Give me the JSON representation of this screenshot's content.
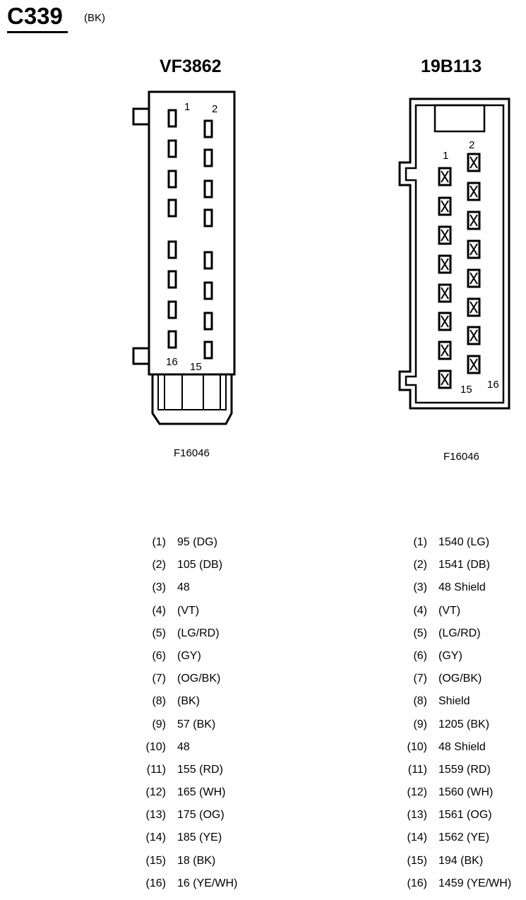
{
  "connector": {
    "id": "C339",
    "color": "(BK)"
  },
  "left": {
    "part": "VF3862",
    "figure": "F16046",
    "cavity_labels": [
      "2",
      "1",
      "16",
      "15"
    ],
    "pins": [
      {
        "num": "(1)",
        "val": "95 (DG)"
      },
      {
        "num": "(2)",
        "val": "105 (DB)"
      },
      {
        "num": "(3)",
        "val": "48"
      },
      {
        "num": "(4)",
        "val": "(VT)"
      },
      {
        "num": "(5)",
        "val": "(LG/RD)"
      },
      {
        "num": "(6)",
        "val": "(GY)"
      },
      {
        "num": "(7)",
        "val": "(OG/BK)"
      },
      {
        "num": "(8)",
        "val": "(BK)"
      },
      {
        "num": "(9)",
        "val": "57 (BK)"
      },
      {
        "num": "(10)",
        "val": "48"
      },
      {
        "num": "(11)",
        "val": "155 (RD)"
      },
      {
        "num": "(12)",
        "val": "165 (WH)"
      },
      {
        "num": "(13)",
        "val": "175 (OG)"
      },
      {
        "num": "(14)",
        "val": "185 (YE)"
      },
      {
        "num": "(15)",
        "val": "18 (BK)"
      },
      {
        "num": "(16)",
        "val": "16 (YE/WH)"
      }
    ]
  },
  "right": {
    "part": "19B113",
    "figure": "F16046",
    "cavity_labels": [
      "1",
      "2",
      "15",
      "16"
    ],
    "pins": [
      {
        "num": "(1)",
        "val": "1540 (LG)"
      },
      {
        "num": "(2)",
        "val": "1541 (DB)"
      },
      {
        "num": "(3)",
        "val": "48 Shield"
      },
      {
        "num": "(4)",
        "val": "(VT)"
      },
      {
        "num": "(5)",
        "val": "(LG/RD)"
      },
      {
        "num": "(6)",
        "val": "(GY)"
      },
      {
        "num": "(7)",
        "val": "(OG/BK)"
      },
      {
        "num": "(8)",
        "val": "Shield"
      },
      {
        "num": "(9)",
        "val": "1205 (BK)"
      },
      {
        "num": "(10)",
        "val": "48 Shield"
      },
      {
        "num": "(11)",
        "val": "1559 (RD)"
      },
      {
        "num": "(12)",
        "val": "1560 (WH)"
      },
      {
        "num": "(13)",
        "val": "1561 (OG)"
      },
      {
        "num": "(14)",
        "val": "1562 (YE)"
      },
      {
        "num": "(15)",
        "val": "194 (BK)"
      },
      {
        "num": "(16)",
        "val": "1459 (YE/WH)"
      }
    ]
  }
}
